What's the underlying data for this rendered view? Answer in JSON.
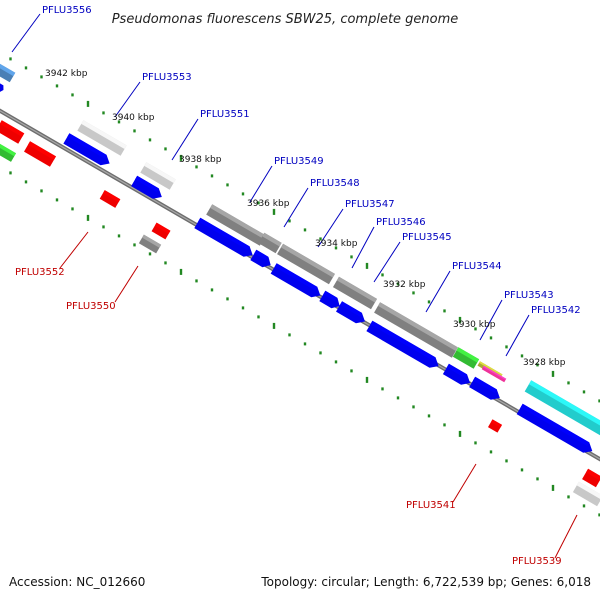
{
  "title": "Pseudomonas fluorescens SBW25, complete genome",
  "footer": {
    "accession": "Accession: NC_012660",
    "summary": "Topology: circular; Length: 6,722,539 bp; Genes: 6,018"
  },
  "scale_labels": [
    "3942 kbp",
    "3940 kbp",
    "3938 kbp",
    "3936 kbp",
    "3934 kbp",
    "3932 kbp",
    "3930 kbp",
    "3928 kbp"
  ],
  "gene_labels_top": [
    "PFLU3556",
    "PFLU3553",
    "PFLU3551",
    "PFLU3549",
    "PFLU3548",
    "PFLU3547",
    "PFLU3546",
    "PFLU3545",
    "PFLU3544",
    "PFLU3543",
    "PFLU3542"
  ],
  "gene_labels_bottom": [
    "PFLU3552",
    "PFLU3550",
    "PFLU3541",
    "PFLU3539"
  ],
  "colors": {
    "cds_forward": "#0000ee",
    "gene_grey": "#808080",
    "gene_light": "#c8c8c8",
    "cds_red": "#ee0000",
    "gene_green": "#33bb33",
    "gene_cyan": "#22cccc",
    "gene_steel": "#4a7fb5",
    "tick_green": "#228822",
    "label_top": "#0000c0",
    "label_bottom": "#c00000"
  }
}
